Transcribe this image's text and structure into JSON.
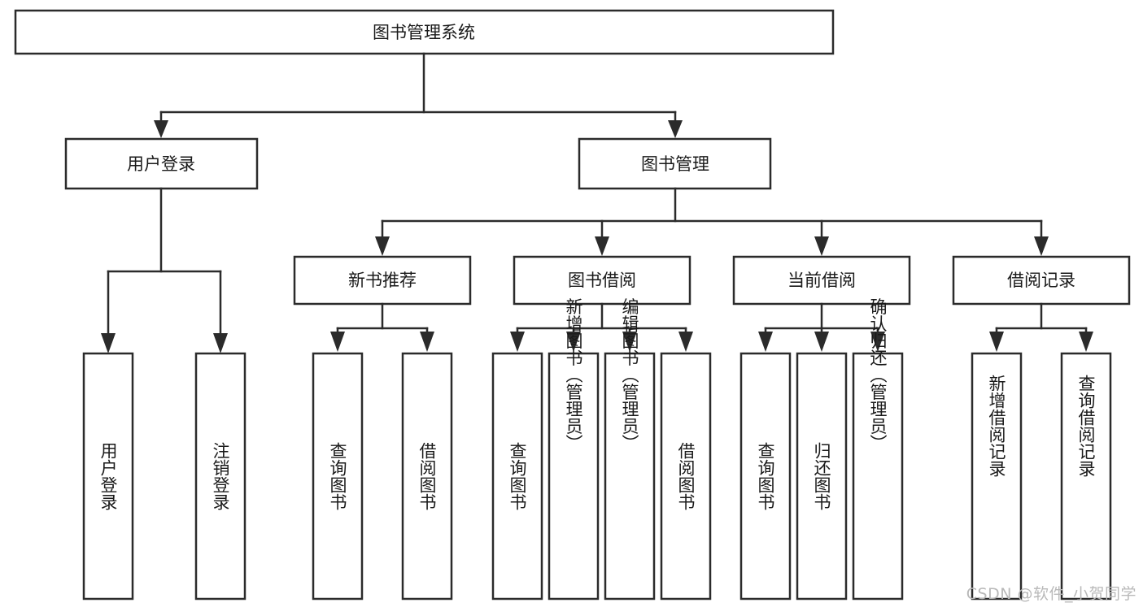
{
  "diagram": {
    "title": "图书管理系统",
    "watermark": "CSDN @软件_小贺同学",
    "colors": {
      "stroke": "#2b2b2b",
      "box_fill": "#ffffff",
      "text": "#1a1a1a",
      "background": "#ffffff",
      "watermark": "#b9b9b9"
    },
    "root": {
      "label": "图书管理系统"
    },
    "level2": [
      {
        "label": "用户登录"
      },
      {
        "label": "图书管理"
      }
    ],
    "level3": [
      {
        "label": "新书推荐"
      },
      {
        "label": "图书借阅"
      },
      {
        "label": "当前借阅"
      },
      {
        "label": "借阅记录"
      }
    ],
    "leaves": {
      "user_login": [
        {
          "label": "用户登录"
        },
        {
          "label": "注销登录"
        }
      ],
      "new_book_recommend": [
        {
          "label": "查询图书"
        },
        {
          "label": "借阅图书"
        }
      ],
      "book_borrow": [
        {
          "label": "查询图书"
        },
        {
          "label": "新增图书（管理员）"
        },
        {
          "label": "编辑图书（管理员）"
        },
        {
          "label": "借阅图书"
        }
      ],
      "current_borrow": [
        {
          "label": "查询图书"
        },
        {
          "label": "归还图书"
        },
        {
          "label": "确认归还（管理员）"
        }
      ],
      "borrow_records": [
        {
          "label": "新增借阅记录"
        },
        {
          "label": "查询借阅记录"
        }
      ]
    }
  }
}
